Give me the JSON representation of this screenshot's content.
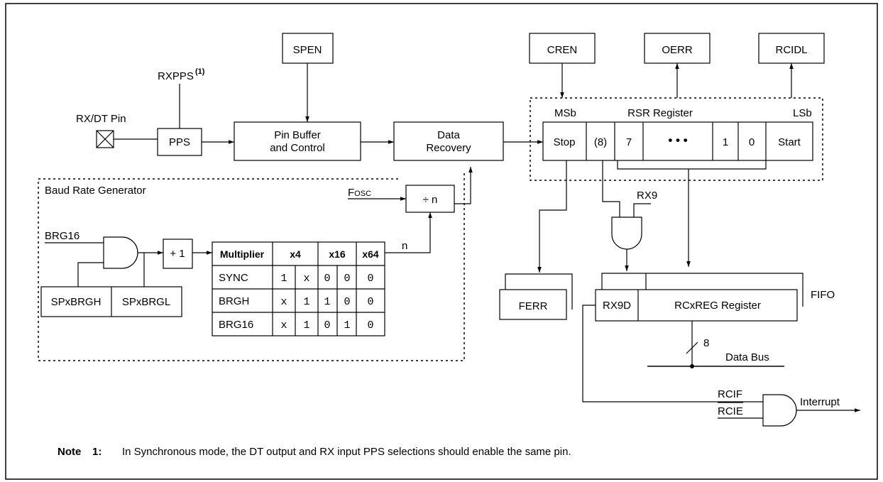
{
  "blocks": {
    "spen": "SPEN",
    "cren": "CREN",
    "oerr": "OERR",
    "rcidl": "RCIDL",
    "rxpps": "RXPPS",
    "rxpps_sup": "(1)",
    "rx_dt_pin": "RX/DT Pin",
    "pps": "PPS",
    "pin_buffer_line1": "Pin Buffer",
    "pin_buffer_line2": "and Control",
    "data_recovery_line1": "Data",
    "data_recovery_line2": "Recovery",
    "fosc": "FOSC",
    "divide_n": "÷ n",
    "n_label": "n",
    "plus_one": "+ 1",
    "brg16_signal": "BRG16",
    "spxbrgh": "SPxBRGH",
    "spxbrgl": "SPxBRGL",
    "baud_rate_generator": "Baud Rate Generator",
    "ferr": "FERR",
    "rx9": "RX9",
    "rx9d": "RX9D",
    "rcxreg": "RCxREG Register",
    "fifo": "FIFO",
    "bus_width": "8",
    "data_bus": "Data Bus",
    "rcif": "RCIF",
    "rcie": "RCIE",
    "interrupt": "Interrupt"
  },
  "rsr": {
    "title": "RSR Register",
    "msb": "MSb",
    "lsb": "LSb",
    "cells": [
      "Stop",
      "(8)",
      "7",
      "• • •",
      "1",
      "0",
      "Start"
    ]
  },
  "multiplier_table": {
    "headers": [
      "Multiplier",
      "x4",
      "x16",
      "x64"
    ],
    "rows": [
      {
        "label": "SYNC",
        "values": [
          "1",
          "x",
          "0",
          "0",
          "0"
        ]
      },
      {
        "label": "BRGH",
        "values": [
          "x",
          "1",
          "1",
          "0",
          "0"
        ]
      },
      {
        "label": "BRG16",
        "values": [
          "x",
          "1",
          "0",
          "1",
          "0"
        ]
      }
    ]
  },
  "note": {
    "label": "Note",
    "number": "1:",
    "text": "In Synchronous mode, the DT output and RX input PPS selections should enable the same pin."
  }
}
